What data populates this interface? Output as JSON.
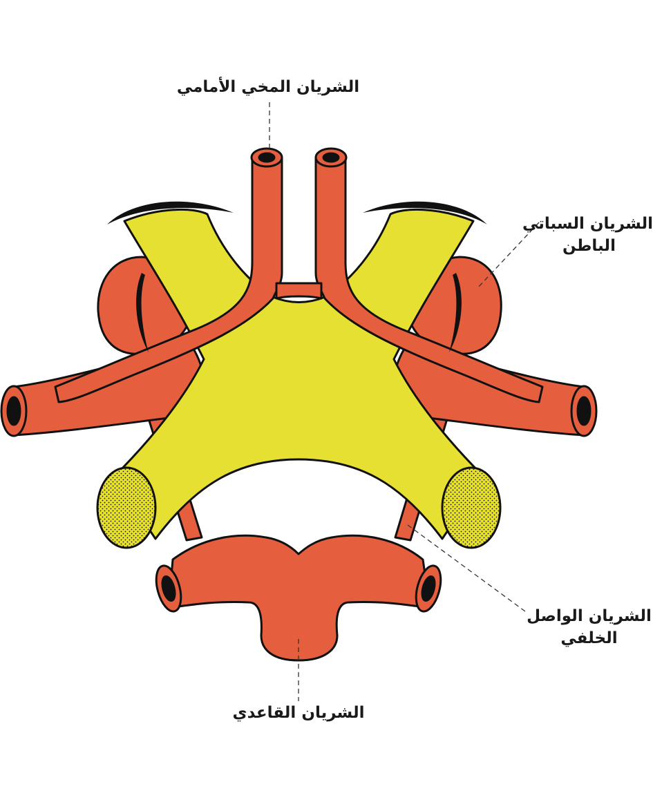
{
  "labels": {
    "anterior_cerebral": {
      "line1": "الشريان المخي الأمامي"
    },
    "internal_carotid": {
      "line1": "الشريان السباتي",
      "line2": "الباطن"
    },
    "posterior_communicating": {
      "line1": "الشريان الواصل",
      "line2": "الخلفي"
    },
    "basilar": {
      "line1": "الشريان القاعدي"
    }
  },
  "colors": {
    "artery": "#e55e3e",
    "optic": "#e6e033",
    "outline": "#111111",
    "background": "#ffffff"
  }
}
